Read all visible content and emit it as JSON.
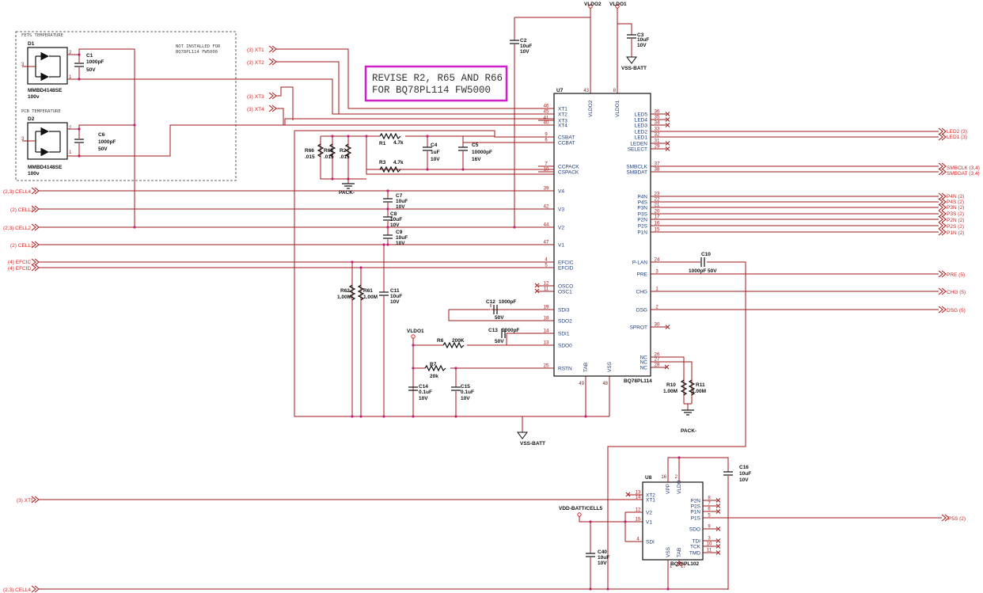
{
  "rails": {
    "vldo2": "VLDO2",
    "vldo1": "VLDO1",
    "vldo1_b": "VLDO1",
    "vss_batt": "VSS-BATT",
    "vss_batt_b": "VSS-BATT",
    "pack_neg": "PACK-",
    "pack_neg_b": "PACK-",
    "vdd_batt": "VDD-BATT/CELL5"
  },
  "notes": {
    "fets_temp": "FETS TEMPERATURE",
    "pcb_temp": "PCB TEMPERATURE",
    "not_installed_1": "NOT INSTALLED FOR",
    "not_installed_2": "BQ78PL114 FW5000",
    "revise_1": "REVISE R2, R65 AND R66",
    "revise_2": "FOR BQ78PL114 FW5000"
  },
  "left_ports": {
    "xt1": "(3) XT1",
    "xt2": "(3) XT2",
    "xt3": "(3) XT3",
    "xt4": "(3) XT4",
    "cell4": "(2,3) CELL4",
    "cell3": "(2) CELL3",
    "cell2": "(2,3) CELL2",
    "cell1": "(2) CELL1",
    "efcic": "(4) EFCIC",
    "efcid": "(4) EFCID",
    "xt5": "(3) XT5",
    "cell4_b": "(2,3) CELL4"
  },
  "right_ports": {
    "led2": "LED2 (3)",
    "led1": "LED1 (3)",
    "smbclk": "SMBCLK (3,4)",
    "smbdat": "SMBDAT (3,4)",
    "p4n": "P4N (2)",
    "p4s": "P4S (2)",
    "p3n": "P3N (2)",
    "p3s": "P3S (2)",
    "p2n": "P2N (2)",
    "p2s": "P2S (2)",
    "p1n": "P1N (2)",
    "pre": "PRE (5)",
    "chg": "CHG (5)",
    "dsg": "DSG (5)",
    "p5s": "P5S (2)"
  },
  "diodes": {
    "d1_ref": "D1",
    "d1_part": "MMBD4148SE",
    "d1_v": "100v",
    "d2_ref": "D2",
    "d2_part": "MMBD4148SE",
    "d2_v": "100v"
  },
  "caps": {
    "c1": [
      "C1",
      "1000pF",
      "50V"
    ],
    "c6": [
      "C6",
      "1000pF",
      "50V"
    ],
    "c2": [
      "C2",
      "10uF",
      "10V"
    ],
    "c3": [
      "C3",
      "10uF",
      "10V"
    ],
    "c4": [
      "C4",
      "1uF",
      "10V"
    ],
    "c5": [
      "C5",
      "10000pF",
      "16V"
    ],
    "c7": [
      "C7",
      "10uF",
      "10V"
    ],
    "c8": [
      "C8",
      "10uF",
      "10V"
    ],
    "c9": [
      "C9",
      "10uF",
      "10V"
    ],
    "c11": [
      "C11",
      "10uF",
      "10V"
    ],
    "c12": [
      "C12",
      "1000pF",
      "50V"
    ],
    "c13": [
      "C13",
      "1000pF",
      "50V"
    ],
    "c14": [
      "C14",
      "0.1uF",
      "10V"
    ],
    "c15": [
      "C15",
      "0.1uF",
      "10V"
    ],
    "c10": [
      "C10",
      "1000pF",
      "50V"
    ],
    "c16": [
      "C16",
      "10uF",
      "10V"
    ],
    "c40": [
      "C40",
      "10uF",
      "10V"
    ]
  },
  "resistors": {
    "r1": [
      "R1",
      "4.7k"
    ],
    "r3": [
      "R3",
      "4.7k"
    ],
    "r66": [
      "R66",
      ".015"
    ],
    "r65": [
      "R65",
      ".015"
    ],
    "r2": [
      "R2",
      ".015"
    ],
    "r62": [
      "R62",
      "1.00M"
    ],
    "r61": [
      "R61",
      "1.00M"
    ],
    "r6": [
      "R6",
      "200K"
    ],
    "r7": [
      "R7",
      "20k"
    ],
    "r10": [
      "R10",
      "1.00M"
    ],
    "r11": [
      "R11",
      "1.00M"
    ]
  },
  "u7": {
    "ref": "U7",
    "part": "BQ78PL114",
    "left_pins": [
      [
        "46",
        "XT1"
      ],
      [
        "45",
        "XT2"
      ],
      [
        "41",
        "XT3"
      ],
      [
        "40",
        "XT4"
      ],
      [
        "9",
        "CSBAT"
      ],
      [
        "6",
        "CCBAT"
      ],
      [
        "7",
        "CCPACK"
      ],
      [
        "10",
        "CSPACK"
      ],
      [
        "39",
        "V4"
      ],
      [
        "42",
        "V3"
      ],
      [
        "44",
        "V2"
      ],
      [
        "47",
        "V1"
      ],
      [
        "4",
        "EFCIC"
      ],
      [
        "5",
        "EFCID"
      ],
      [
        "12",
        "OSCO"
      ],
      [
        "11",
        "OSC1"
      ],
      [
        "19",
        "SDI3"
      ],
      [
        "18",
        "SDO2"
      ],
      [
        "14",
        "SDI1"
      ],
      [
        "13",
        "SDO0"
      ],
      [
        "25",
        "RSTN"
      ]
    ],
    "right_pins": [
      [
        "36",
        "LED5"
      ],
      [
        "35",
        "LED4"
      ],
      [
        "34",
        "LED3"
      ],
      [
        "33",
        "LED2"
      ],
      [
        "32",
        "LED1"
      ],
      [
        "31",
        "LEDEN"
      ],
      [
        "29",
        "SELECT"
      ],
      [
        "37",
        "SMBCLK"
      ],
      [
        "38",
        "SMBDAT"
      ],
      [
        "23",
        "P4N"
      ],
      [
        "22",
        "P4S"
      ],
      [
        "21",
        "P3N"
      ],
      [
        "20",
        "P3S"
      ],
      [
        "17",
        "P2N"
      ],
      [
        "16",
        "P2S"
      ],
      [
        "15",
        "P1N"
      ],
      [
        "24",
        "P-LAN"
      ],
      [
        "3",
        "PRE"
      ],
      [
        "1",
        "CHG"
      ],
      [
        "2",
        "DSG"
      ],
      [
        "30",
        "SPROT"
      ],
      [
        "26",
        "NC"
      ],
      [
        "27",
        "NC"
      ],
      [
        "28",
        "NC"
      ]
    ],
    "top_pins": [
      [
        "43",
        "VLDO2"
      ],
      [
        "8",
        "VLDO1"
      ]
    ],
    "bottom_pins": [
      [
        "49",
        "TAB"
      ],
      [
        "48",
        "VSS"
      ]
    ]
  },
  "u8": {
    "ref": "U8",
    "part": "BQ76PL102",
    "left_pins": [
      [
        "13",
        "XT2"
      ],
      [
        "14",
        "XT1"
      ],
      [
        "12",
        "V2"
      ],
      [
        "15",
        "V1"
      ],
      [
        "4",
        "SDI"
      ]
    ],
    "right_pins": [
      [
        "8",
        "P2N"
      ],
      [
        "7",
        "P2S"
      ],
      [
        "6",
        "P1N"
      ],
      [
        "5",
        "P1S"
      ],
      [
        "9",
        "SDO"
      ],
      [
        "3",
        "TDI"
      ],
      [
        "10",
        "TCK"
      ],
      [
        "11",
        "TMD"
      ]
    ],
    "top_pins": [
      [
        "16",
        "VPP"
      ],
      [
        "2",
        "VLDO"
      ]
    ],
    "bottom_pins": [
      [
        "1",
        "VSS"
      ],
      [
        "17",
        "TAB"
      ]
    ]
  }
}
